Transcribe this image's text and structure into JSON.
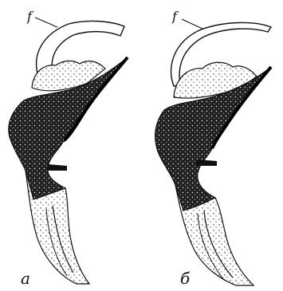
{
  "figure": {
    "panels": [
      {
        "letter": "а",
        "part_label": "f"
      },
      {
        "letter": "б",
        "part_label": "f"
      }
    ]
  }
}
